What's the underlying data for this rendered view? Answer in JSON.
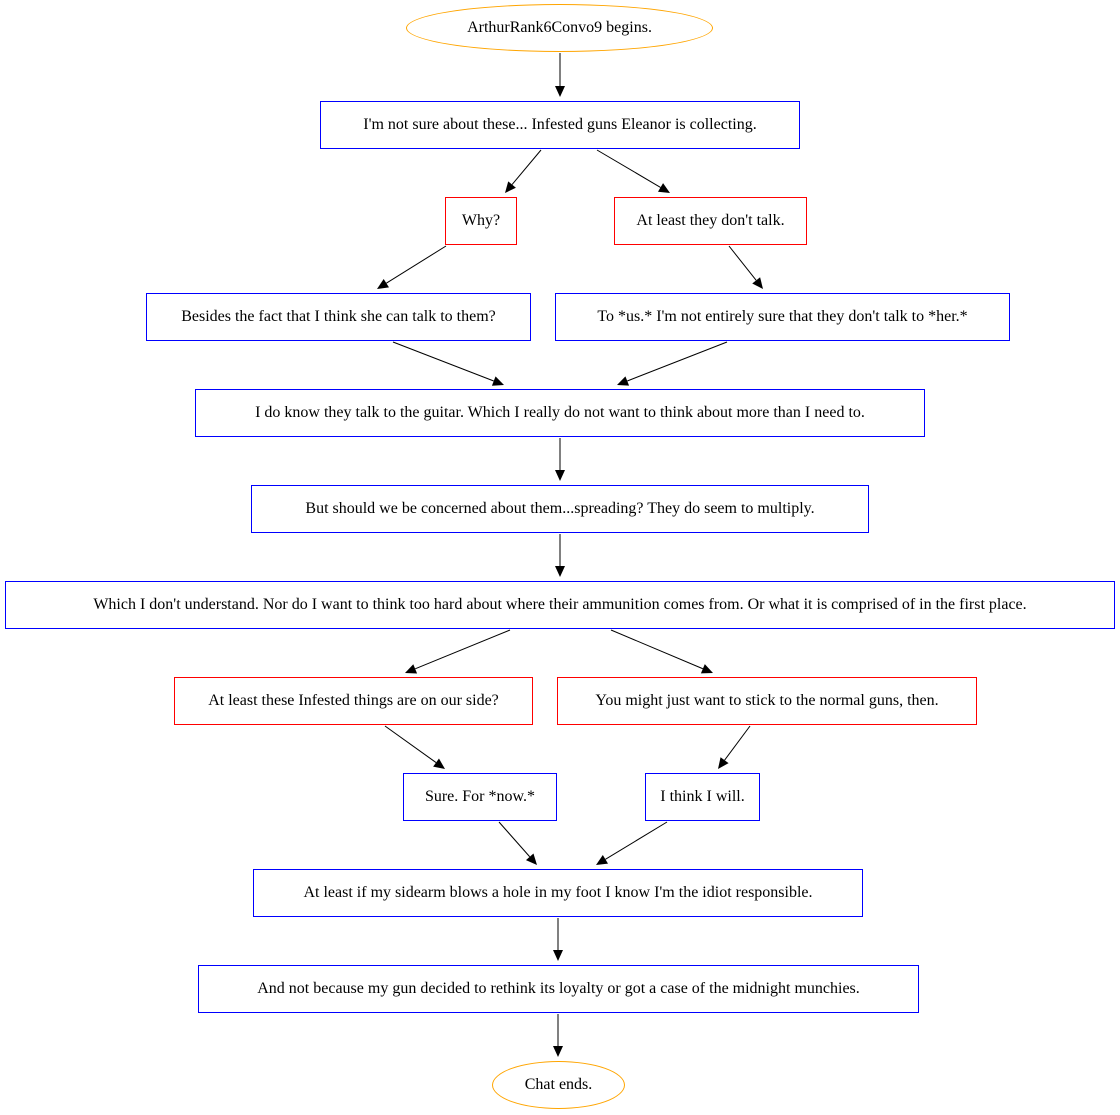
{
  "colors": {
    "npc": "#0000ff",
    "player": "#ff0000",
    "terminal": "#ffa500",
    "edge": "#000000"
  },
  "nodes": {
    "start": {
      "text": "ArthurRank6Convo9 begins.",
      "kind": "terminal"
    },
    "n1": {
      "text": "I'm not sure about these... Infested guns Eleanor is collecting.",
      "kind": "npc"
    },
    "c_why": {
      "text": "Why?",
      "kind": "player"
    },
    "c_talk": {
      "text": "At least they don't talk.",
      "kind": "player"
    },
    "n2a": {
      "text": "Besides the fact that I think she can talk to them?",
      "kind": "npc"
    },
    "n2b": {
      "text": "To *us.* I'm not entirely sure that they don't talk to *her.*",
      "kind": "npc"
    },
    "n3": {
      "text": "I do know they talk to the guitar. Which I really do not want to think about more than I need to.",
      "kind": "npc"
    },
    "n4": {
      "text": "But should we be concerned about them...spreading? They do seem to multiply.",
      "kind": "npc"
    },
    "n5": {
      "text": "Which I don't understand. Nor do I want to think too hard about where their ammunition comes from. Or what it is comprised of in the first place.",
      "kind": "npc"
    },
    "c_side": {
      "text": "At least these Infested things are on our side?",
      "kind": "player"
    },
    "c_normal": {
      "text": "You might just want to stick to the normal guns, then.",
      "kind": "player"
    },
    "n6a": {
      "text": "Sure. For *now.*",
      "kind": "npc"
    },
    "n6b": {
      "text": "I think I will.",
      "kind": "npc"
    },
    "n7": {
      "text": "At least if my sidearm blows a hole in my foot I know I'm the idiot responsible.",
      "kind": "npc"
    },
    "n8": {
      "text": "And not because my gun decided to rethink its loyalty or got a case of the midnight munchies.",
      "kind": "npc"
    },
    "end": {
      "text": "Chat ends.",
      "kind": "terminal"
    }
  },
  "edges": [
    [
      "start",
      "n1"
    ],
    [
      "n1",
      "c_why"
    ],
    [
      "n1",
      "c_talk"
    ],
    [
      "c_why",
      "n2a"
    ],
    [
      "c_talk",
      "n2b"
    ],
    [
      "n2a",
      "n3"
    ],
    [
      "n2b",
      "n3"
    ],
    [
      "n3",
      "n4"
    ],
    [
      "n4",
      "n5"
    ],
    [
      "n5",
      "c_side"
    ],
    [
      "n5",
      "c_normal"
    ],
    [
      "c_side",
      "n6a"
    ],
    [
      "c_normal",
      "n6b"
    ],
    [
      "n6a",
      "n7"
    ],
    [
      "n6b",
      "n7"
    ],
    [
      "n7",
      "n8"
    ],
    [
      "n8",
      "end"
    ]
  ]
}
